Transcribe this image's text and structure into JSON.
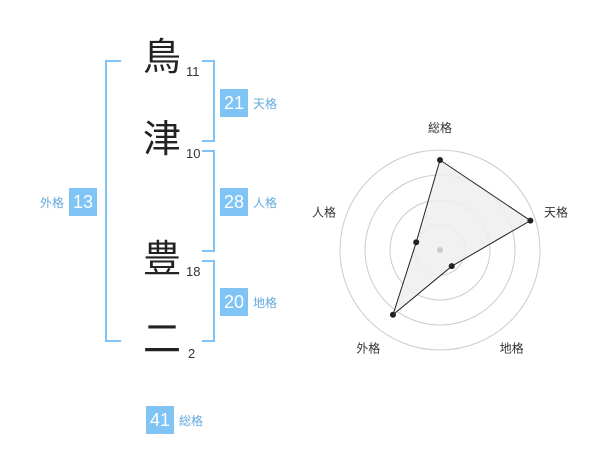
{
  "name": {
    "characters": [
      {
        "char": "鳥",
        "strokes": "11"
      },
      {
        "char": "津",
        "strokes": "10"
      },
      {
        "char": "豊",
        "strokes": "18"
      },
      {
        "char": "二",
        "strokes": "2"
      }
    ]
  },
  "fortunes": {
    "tenkaku": {
      "label": "天格",
      "value": "21"
    },
    "jinkaku": {
      "label": "人格",
      "value": "28"
    },
    "chikaku": {
      "label": "地格",
      "value": "20"
    },
    "gaikaku": {
      "label": "外格",
      "value": "13"
    },
    "soukaku": {
      "label": "総格",
      "value": "41"
    }
  },
  "colors": {
    "accent": "#7fc4f4",
    "label_text": "#62a9dc",
    "radar_fill": "#eeeeee",
    "radar_grid": "#cccccc",
    "radar_point": "#222222"
  },
  "chart_data": {
    "type": "radar",
    "axes": [
      "総格",
      "天格",
      "地格",
      "外格",
      "人格"
    ],
    "values": [
      0.9,
      0.95,
      0.2,
      0.8,
      0.25
    ],
    "rings": 4,
    "range": [
      0,
      1
    ]
  }
}
